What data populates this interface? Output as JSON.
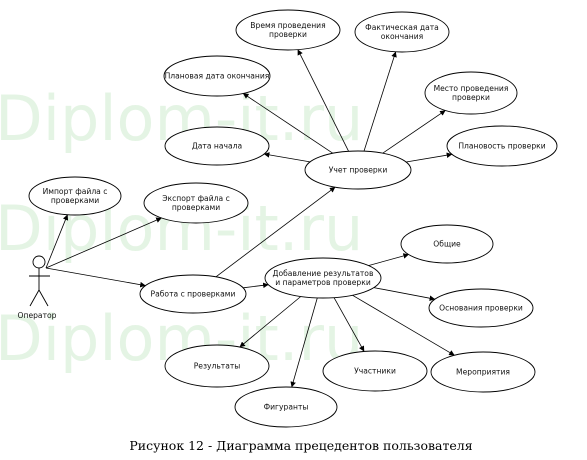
{
  "watermark": [
    "Diplom-it.ru",
    "Diplom-it.ru",
    "Diplom-it.ru"
  ],
  "actor": {
    "label": "Оператор"
  },
  "use_cases": {
    "uc_vremya": [
      "Время проведения",
      "проверки"
    ],
    "uc_fakt": [
      "Фактическая дата",
      "окончания"
    ],
    "uc_planovaya": [
      "Плановая дата окончания"
    ],
    "uc_mesto": [
      "Место проведения",
      "проверки"
    ],
    "uc_data_nachala": [
      "Дата начала"
    ],
    "uc_planovost": [
      "Плановость проверки"
    ],
    "uc_uchet": [
      "Учет проверки"
    ],
    "uc_import": [
      "Импорт файла с",
      "проверками"
    ],
    "uc_export": [
      "Экспорт файла с",
      "проверками"
    ],
    "uc_obschie": [
      "Общие"
    ],
    "uc_dobavlenie": [
      "Добавление результатов",
      "и параметров проверки"
    ],
    "uc_rabota": [
      "Работа с проверками"
    ],
    "uc_osnovaniya": [
      "Основания проверки"
    ],
    "uc_rezultaty": [
      "Результаты"
    ],
    "uc_uchastniki": [
      "Участники"
    ],
    "uc_meropriyatiya": [
      "Мероприятия"
    ],
    "uc_figuranty": [
      "Фигуранты"
    ]
  },
  "caption": "Рисунок 12 - Диаграмма прецедентов пользователя"
}
